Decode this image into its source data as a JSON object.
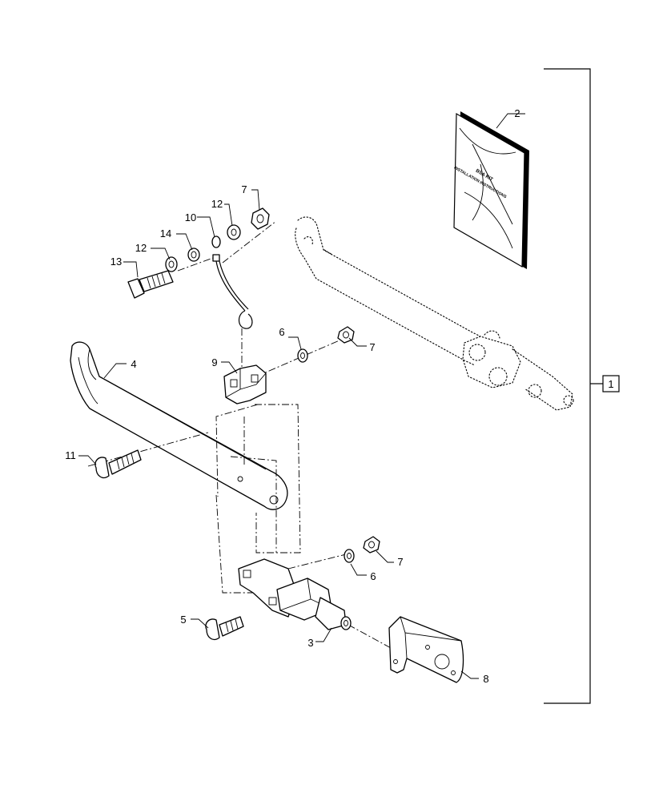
{
  "diagram": {
    "callouts": {
      "c1": "1",
      "c2": "2",
      "c3": "3",
      "c4": "4",
      "c5": "5",
      "c6a": "6",
      "c6b": "6",
      "c7a": "7",
      "c7b": "7",
      "c7c": "7",
      "c8": "8",
      "c9": "9",
      "c10": "10",
      "c11": "11",
      "c12a": "12",
      "c12b": "12",
      "c13": "13",
      "c14": "14"
    },
    "book_text": {
      "line1": "BSA KIT",
      "line2": "INSTALLATION INSTRUCTIONS"
    }
  }
}
